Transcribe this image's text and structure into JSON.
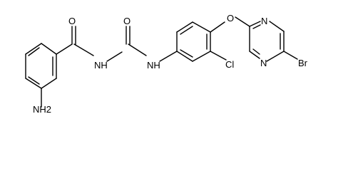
{
  "molecule": {
    "labels": {
      "carbonyl_o1": "O",
      "carbonyl_o2": "O",
      "imide_nh": "NH",
      "urea_nh": "NH",
      "amine": "NH2",
      "chlorine": "Cl",
      "ether_o": "O",
      "pyrimidine_n_top": "N",
      "pyrimidine_n_bottom": "N",
      "bromine": "Br"
    }
  }
}
